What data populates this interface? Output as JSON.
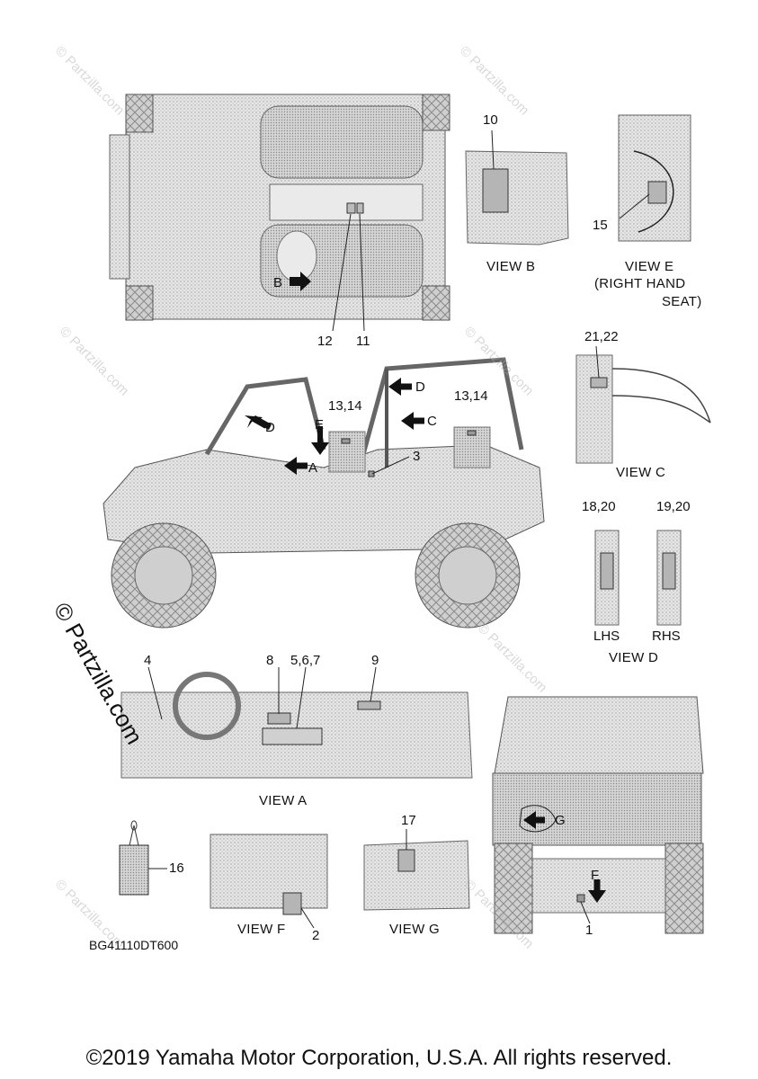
{
  "watermark": "© Partzilla.com",
  "footer": "©2019 Yamaha Motor Corporation, U.S.A. All rights reserved.",
  "diagram_code": "BG41110DT600",
  "views": {
    "b": "VIEW B",
    "e_line1": "VIEW E",
    "e_line2": "(RIGHT HAND",
    "e_line3": "SEAT)",
    "c": "VIEW C",
    "d": "VIEW D",
    "a": "VIEW A",
    "f": "VIEW F",
    "g": "VIEW G"
  },
  "sides": {
    "lhs": "LHS",
    "rhs": "RHS"
  },
  "callouts": {
    "c1": "1",
    "c2": "2",
    "c3": "3",
    "c4": "4",
    "c5": "5,6,7",
    "c8": "8",
    "c9": "9",
    "c10": "10",
    "c11": "11",
    "c12": "12",
    "c13a": "13,14",
    "c13b": "13,14",
    "c15": "15",
    "c16": "16",
    "c17": "17",
    "c18": "18,20",
    "c19": "19,20",
    "c21": "21,22"
  },
  "arrows": {
    "b": "B",
    "e": "E",
    "a": "A",
    "d1": "D",
    "d2": "D",
    "c": "C",
    "f": "F",
    "g": "G"
  },
  "colors": {
    "line": "#222222",
    "fill": "#d8d8d8",
    "fill_dark": "#b9b9b9",
    "label_fill": "#a6a6a6"
  }
}
